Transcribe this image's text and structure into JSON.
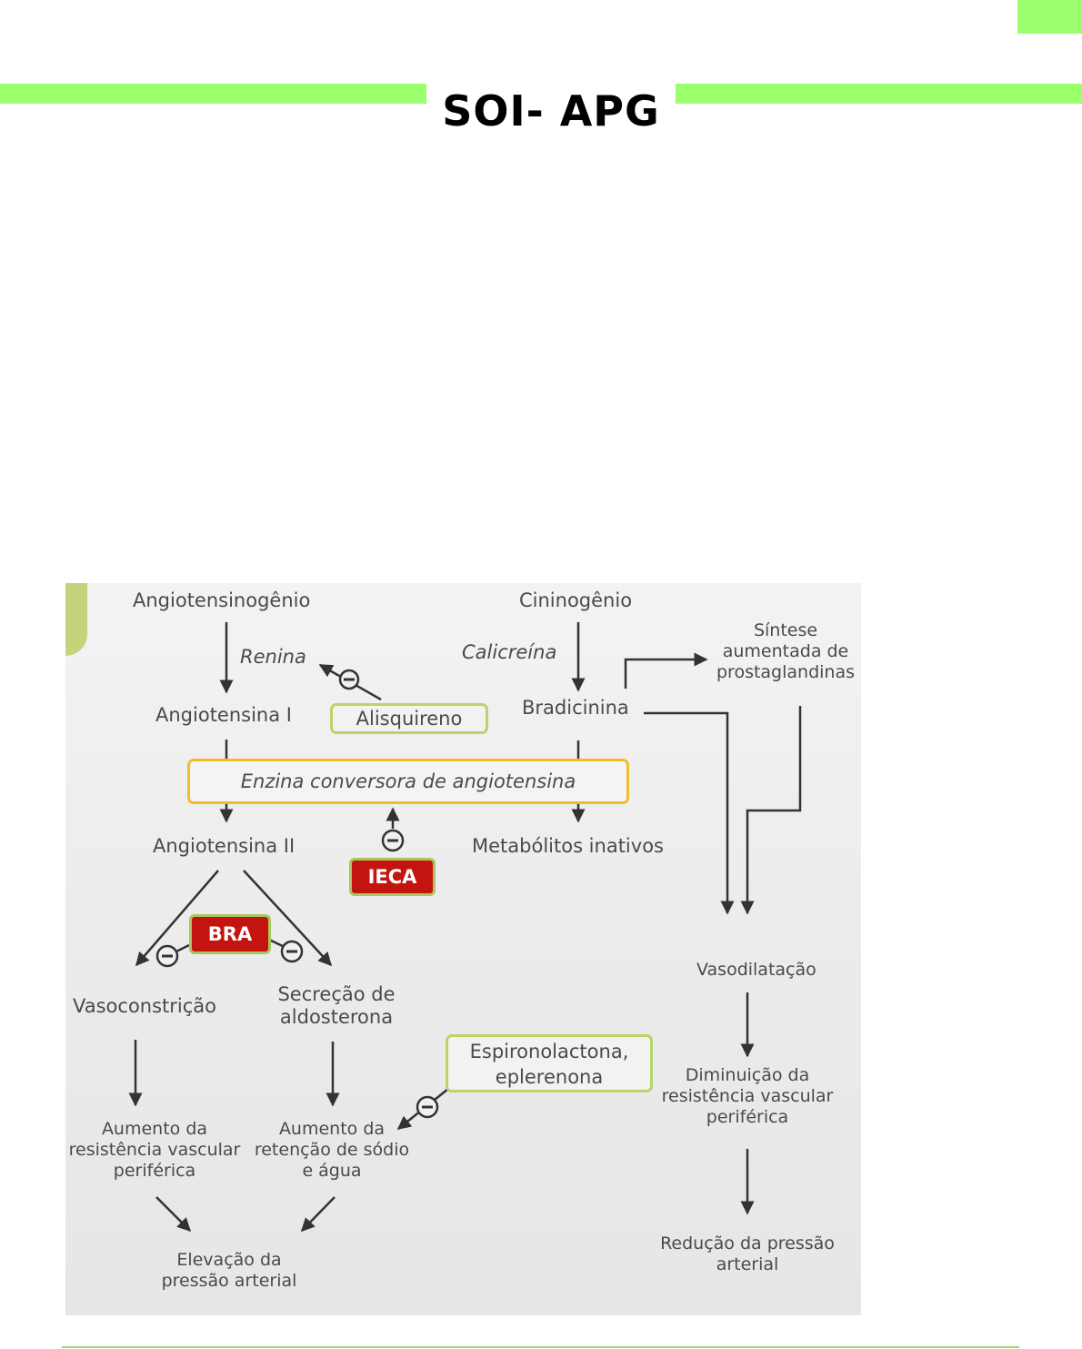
{
  "header": {
    "title": "SOI- APG",
    "accent_color": "#9cff6e"
  },
  "diagram": {
    "nodes": {
      "angiotensinogenio": "Angiotensinogênio",
      "renina": "Renina",
      "angiotensina_i": "Angiotensina I",
      "alisquireno": "Alisquireno",
      "enzima": "Enzina conversora de angiotensina",
      "angiotensina_ii": "Angiotensina II",
      "ieca": "IECA",
      "bra": "BRA",
      "vasoconstricao": "Vasoconstrição",
      "secrecao_1": "Secreção de",
      "secrecao_2": "aldosterona",
      "aumento_resist_1": "Aumento da",
      "aumento_resist_2": "resistência vascular",
      "aumento_resist_3": "periférica",
      "aumento_ret_1": "Aumento da",
      "aumento_ret_2": "retenção de sódio",
      "aumento_ret_3": "e água",
      "elevacao_1": "Elevação da",
      "elevacao_2": "pressão arterial",
      "espiro_1": "Espironolactona,",
      "espiro_2": "eplerenona",
      "cininogenio": "Cininogênio",
      "calicreina": "Calicreína",
      "bradicinina": "Bradicinina",
      "sintese_1": "Síntese",
      "sintese_2": "aumentada de",
      "sintese_3": "prostaglandinas",
      "metabolitos": "Metabólitos inativos",
      "vasodilatacao": "Vasodilatação",
      "diminuicao_1": "Diminuição da",
      "diminuicao_2": "resistência vascular",
      "diminuicao_3": "periférica",
      "reducao_1": "Redução da pressão",
      "reducao_2": "arterial"
    },
    "inhibit_symbol": "−"
  }
}
